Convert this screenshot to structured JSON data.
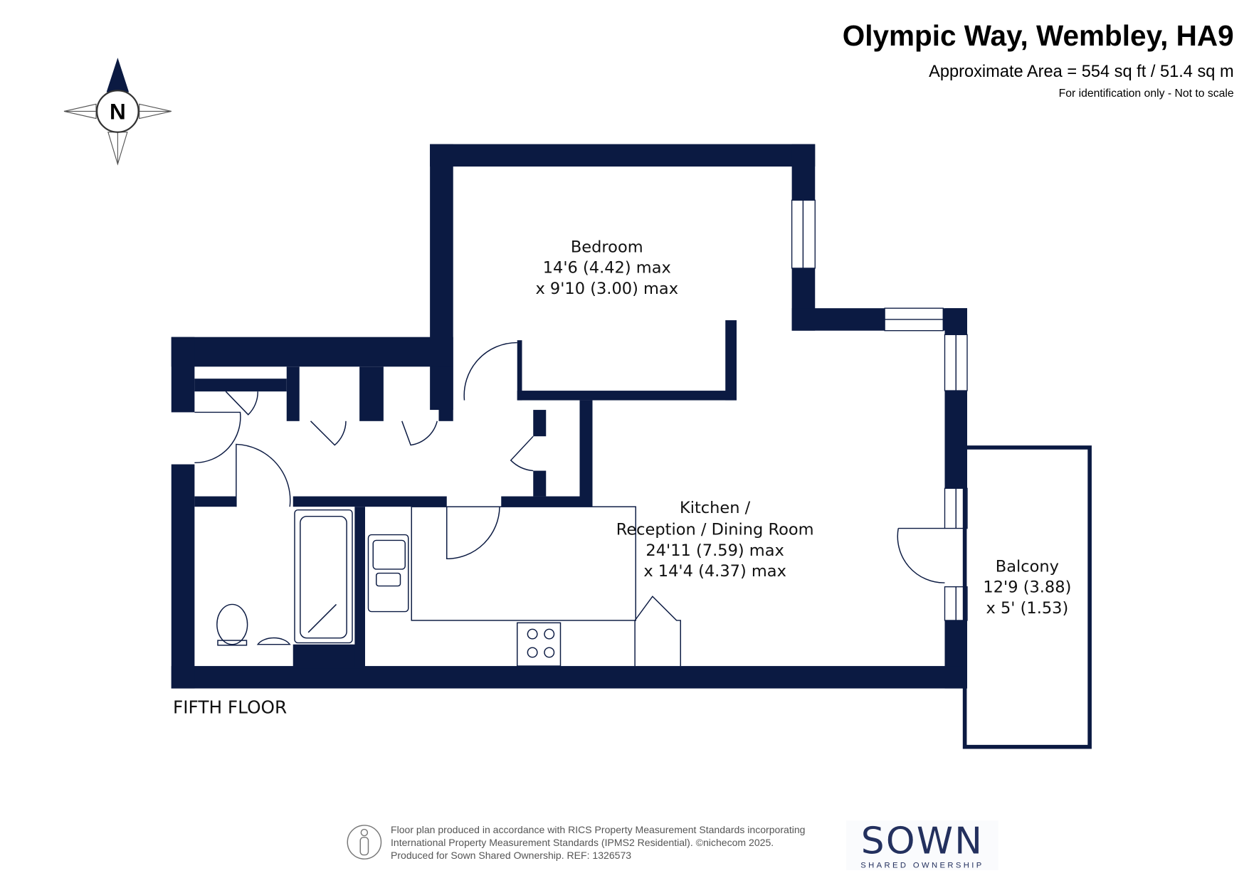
{
  "header": {
    "title": "Olympic Way, Wembley, HA9",
    "area": "Approximate Area = 554 sq ft / 51.4 sq m",
    "disclaimer": "For identification only - Not to scale"
  },
  "compass": {
    "label": "N"
  },
  "rooms": [
    {
      "name": "Bedroom",
      "dim1": "14'6 (4.42) max",
      "dim2": "x 9'10 (3.00) max"
    },
    {
      "name": "Kitchen /",
      "name2": "Reception / Dining Room",
      "dim1": "24'11 (7.59) max",
      "dim2": "x 14'4 (4.37) max"
    },
    {
      "name": "Balcony",
      "dim1": "12'9 (3.88)",
      "dim2": "x 5' (1.53)"
    }
  ],
  "floor_label": "FIFTH FLOOR",
  "footer": {
    "line1": "Floor plan produced in accordance with RICS Property Measurement Standards incorporating",
    "line2": "International Property Measurement Standards (IPMS2 Residential).   ©nichecom 2025.",
    "line3": "Produced for Sown Shared Ownership.   REF:  1326573"
  },
  "logo": {
    "name": "SOWN",
    "tagline": "SHARED OWNERSHIP"
  },
  "colors": {
    "wall": "#0b1a42",
    "logo": "#23305e"
  }
}
